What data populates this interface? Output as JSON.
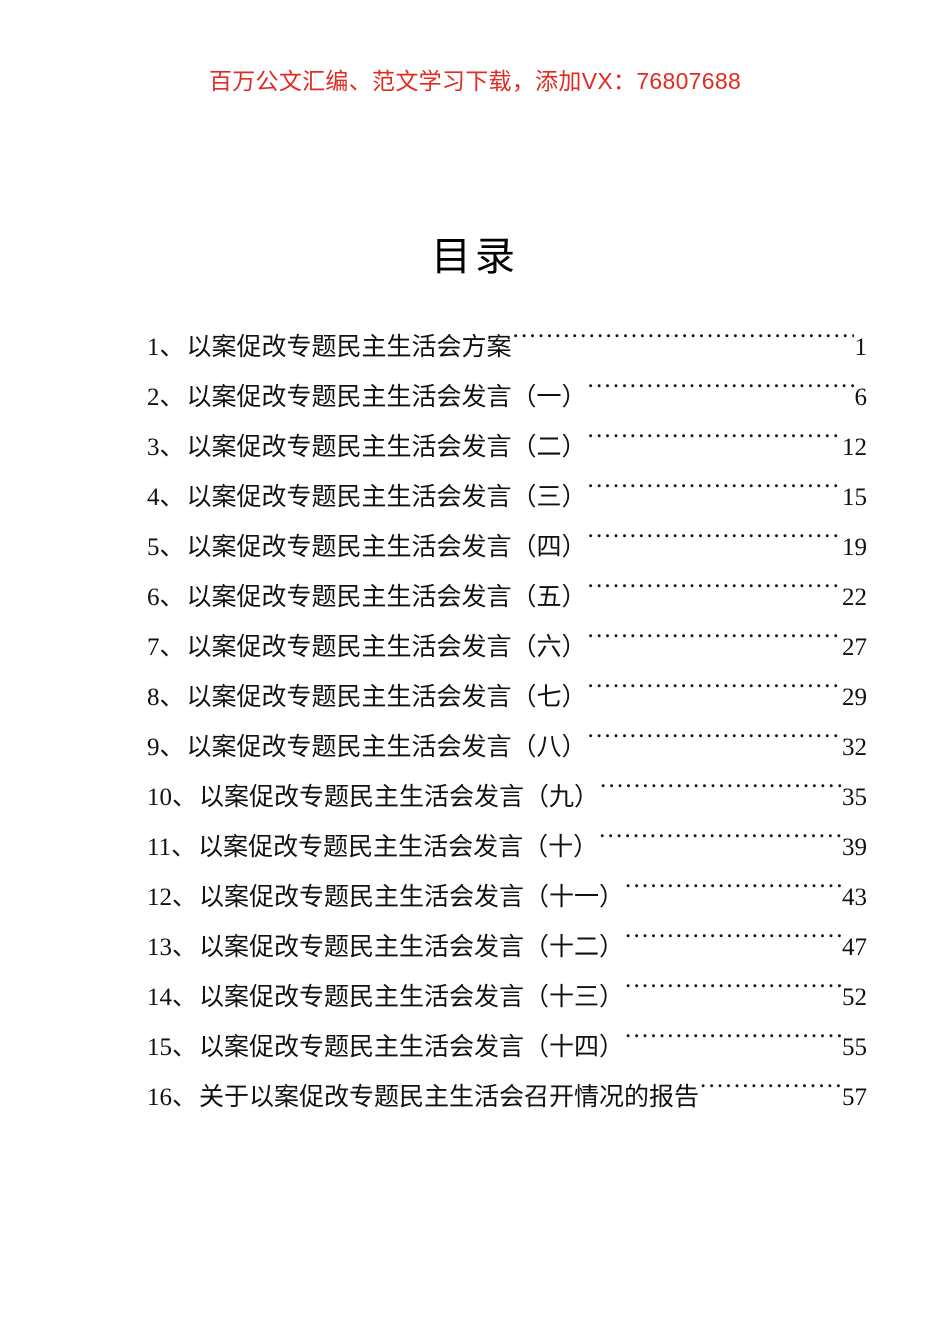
{
  "header": {
    "promo_text": "百万公文汇编、范文学习下载，添加VX：76807688",
    "promo_color": "#e22b22"
  },
  "document": {
    "title": "目录",
    "title_color": "#000000",
    "body_color": "#111111"
  },
  "toc": {
    "leader_char": ".",
    "separator": "、",
    "entries": [
      {
        "num": "1",
        "separator": "、",
        "label": "以案促改专题民主生活会方案",
        "page": "1"
      },
      {
        "num": "2",
        "separator": "、",
        "label": "以案促改专题民主生活会发言（一）",
        "page": "6"
      },
      {
        "num": "3",
        "separator": "、",
        "label": "以案促改专题民主生活会发言（二）",
        "page": "12"
      },
      {
        "num": "4",
        "separator": "、",
        "label": "以案促改专题民主生活会发言（三）",
        "page": "15"
      },
      {
        "num": "5",
        "separator": "、",
        "label": "以案促改专题民主生活会发言（四）",
        "page": "19"
      },
      {
        "num": "6",
        "separator": "、",
        "label": "以案促改专题民主生活会发言（五）",
        "page": "22"
      },
      {
        "num": "7",
        "separator": "、",
        "label": "以案促改专题民主生活会发言（六）",
        "page": "27"
      },
      {
        "num": "8",
        "separator": "、",
        "label": "以案促改专题民主生活会发言（七）",
        "page": "29"
      },
      {
        "num": "9",
        "separator": "、",
        "label": "以案促改专题民主生活会发言（八）",
        "page": "32"
      },
      {
        "num": "10",
        "separator": "、",
        "label": "以案促改专题民主生活会发言（九）",
        "page": "35"
      },
      {
        "num": "11",
        "separator": "、",
        "label": "以案促改专题民主生活会发言（十）",
        "page": "39"
      },
      {
        "num": "12",
        "separator": "、",
        "label": "以案促改专题民主生活会发言（十一）",
        "page": "43"
      },
      {
        "num": "13",
        "separator": "、",
        "label": "以案促改专题民主生活会发言（十二）",
        "page": "47"
      },
      {
        "num": "14",
        "separator": "、",
        "label": "以案促改专题民主生活会发言（十三）",
        "page": "52"
      },
      {
        "num": "15",
        "separator": "、",
        "label": "以案促改专题民主生活会发言（十四）",
        "page": "55"
      },
      {
        "num": "16",
        "separator": "、",
        "label": "关于以案促改专题民主生活会召开情况的报告",
        "page": "57"
      }
    ]
  }
}
